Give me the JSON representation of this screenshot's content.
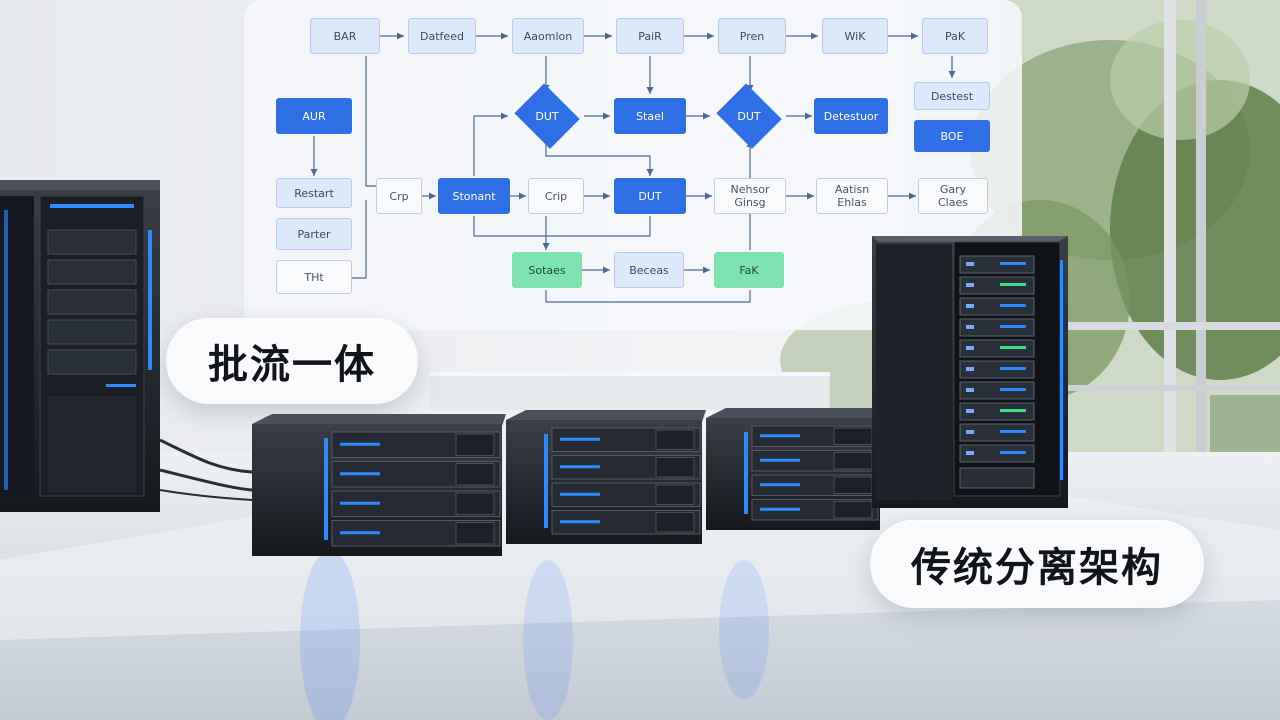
{
  "labels": {
    "unified": "批流一体",
    "traditional": "传统分离架构"
  },
  "diagram": {
    "nodes": {
      "bar": "BAR",
      "datafeed": "Datfeed",
      "ascension": "Aaomlon",
      "pair1": "PaiR",
      "prem": "Pren",
      "wk": "WiK",
      "pak": "PaK",
      "aur": "AUR",
      "dut1": "DUT",
      "stael": "Stael",
      "dut2": "DUT",
      "detector": "Detestuor",
      "detest": "Destest",
      "boe": "BOE",
      "restart": "Restart",
      "crp1": "Crp",
      "stonant": "Stonant",
      "crp2": "Crip",
      "dut3": "DUT",
      "nehsor_line1": "Nehsor",
      "nehsor_line2": "Ginsg",
      "aatisn_line1": "Aatisn",
      "aatisn_line2": "Ehlas",
      "gary_line1": "Gary",
      "gary_line2": "Claes",
      "parter": "Parter",
      "tht": "THt",
      "sotaes": "Sotaes",
      "beceas": "Beceas",
      "fak": "FaK"
    }
  },
  "colors": {
    "primary_blue": "#2f6fe6",
    "light_blue": "#dce9fb",
    "green": "#7fe3b0",
    "panel": "#f5f7fa",
    "led_blue": "#2b86ff"
  }
}
